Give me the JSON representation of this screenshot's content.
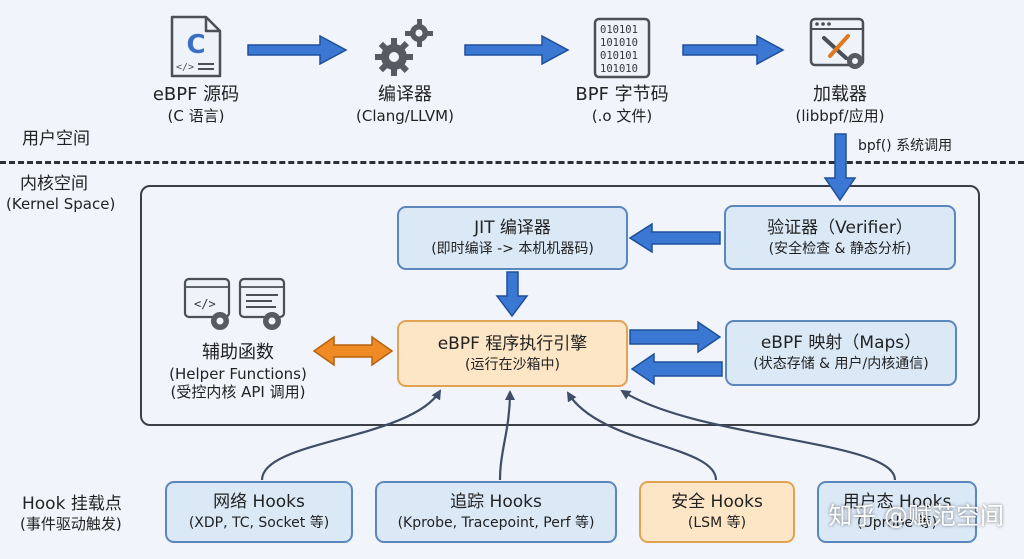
{
  "user_space": {
    "label": "用户空间",
    "steps": [
      {
        "title": "eBPF 源码",
        "subtitle": "(C 语言)",
        "icon": "c-source-file-icon"
      },
      {
        "title": "编译器",
        "subtitle": "(Clang/LLVM)",
        "icon": "gears-icon"
      },
      {
        "title": "BPF 字节码",
        "subtitle": "(.o 文件)",
        "icon": "binary-document-icon"
      },
      {
        "title": "加载器",
        "subtitle": "(libbpf/应用)",
        "icon": "window-tools-icon"
      }
    ],
    "syscall_label": "bpf() 系统调用"
  },
  "kernel_space": {
    "label": "内核空间",
    "sublabel": "(Kernel Space)",
    "verifier": {
      "title": "验证器（Verifier）",
      "subtitle": "(安全检查 & 静态分析)"
    },
    "jit": {
      "title": "JIT 编译器",
      "subtitle": "(即时编译 -> 本机机器码)"
    },
    "engine": {
      "title": "eBPF 程序执行引擎",
      "subtitle": "(运行在沙箱中)"
    },
    "maps": {
      "title": "eBPF 映射（Maps）",
      "subtitle": "(状态存储 & 用户/内核通信)"
    },
    "helpers": {
      "title": "辅助函数",
      "subtitle": "(Helper Functions)",
      "note": "(受控内核 API 调用)",
      "icon": "code-gears-icon"
    }
  },
  "hooks": {
    "label": "Hook 挂载点",
    "sublabel": "(事件驱动触发)",
    "items": [
      {
        "title": "网络 Hooks",
        "subtitle": "(XDP, TC, Socket 等)",
        "style": "blue"
      },
      {
        "title": "追踪 Hooks",
        "subtitle": "(Kprobe, Tracepoint, Perf 等)",
        "style": "blue"
      },
      {
        "title": "安全 Hooks",
        "subtitle": "(LSM 等)",
        "style": "orange"
      },
      {
        "title": "用户态 Hooks",
        "subtitle": "(Uprobe 等)",
        "style": "blue"
      }
    ]
  },
  "watermark": "知乎 @赋范空间",
  "colors": {
    "arrow_blue": "#3a78d4",
    "arrow_orange": "#f08a24",
    "box_blue": "#dbe8f6",
    "box_orange": "#fde6c6"
  }
}
